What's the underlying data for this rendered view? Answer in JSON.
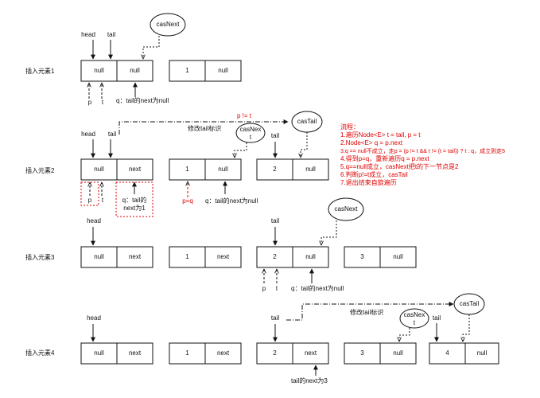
{
  "rows": [
    {
      "label": "插入元素1",
      "cells": [
        {
          "id": "r1n0",
          "val": "null",
          "next": "null"
        },
        {
          "id": "r1n1",
          "val": "1",
          "next": "null"
        }
      ],
      "markers": {
        "head": "head",
        "tail": "tail",
        "p": "p",
        "t": "t",
        "q": "q：tail的next为null",
        "cas": "casNext"
      }
    },
    {
      "label": "插入元素2",
      "cells": [
        {
          "id": "r2n0",
          "val": "null",
          "next": "next"
        },
        {
          "id": "r2n1",
          "val": "1",
          "next": "null"
        },
        {
          "id": "r2n2",
          "val": "2",
          "next": "null"
        }
      ],
      "markers": {
        "head": "head",
        "tail": "tail",
        "p": "p",
        "t": "t",
        "q1": "q：tail的next为1",
        "pq": "p=q",
        "q2": "q：tail的next为null",
        "p_ne_t": "p != t",
        "modify": "修改tail标识",
        "casNext": "casNext",
        "casTail": "casTail",
        "tail2": "tail"
      }
    },
    {
      "label": "插入元素3",
      "cells": [
        {
          "id": "r3n0",
          "val": "null",
          "next": "next"
        },
        {
          "id": "r3n1",
          "val": "1",
          "next": "next"
        },
        {
          "id": "r3n2",
          "val": "2",
          "next": "null"
        },
        {
          "id": "r3n3",
          "val": "3",
          "next": "null"
        }
      ],
      "markers": {
        "head": "head",
        "tail": "tail",
        "p": "p",
        "t": "t",
        "q": "q：tail的next为null",
        "cas": "casNext"
      }
    },
    {
      "label": "插入元素4",
      "cells": [
        {
          "id": "r4n0",
          "val": "null",
          "next": "next"
        },
        {
          "id": "r4n1",
          "val": "1",
          "next": "next"
        },
        {
          "id": "r4n2",
          "val": "2",
          "next": "next"
        },
        {
          "id": "r4n3",
          "val": "3",
          "next": "null"
        },
        {
          "id": "r4n4",
          "val": "4",
          "next": "null"
        }
      ],
      "markers": {
        "head": "head",
        "tail": "tail",
        "tail2": "tail",
        "modify": "修改tail标识",
        "casNext": "casNext",
        "casTail": "casTail",
        "q": "tail的next为3"
      }
    }
  ],
  "flow": {
    "title": "流程：",
    "steps": [
      "1.遍历Node<E> t = tail, p = t",
      "2.Node<E> q = p.next",
      "3.q == null不成立，走p = (p != t && t != (t = tail)) ? t : q，成立则走5",
      "4.得到p=q，重新遍历q = p.next",
      "5.q==null成立，casNext把t的下一节点是2",
      "6.判断p!=t成立，casTail",
      "7.退出结束自旋遍历"
    ]
  },
  "colors": {
    "accent": "#e00000",
    "line": "#111111"
  }
}
